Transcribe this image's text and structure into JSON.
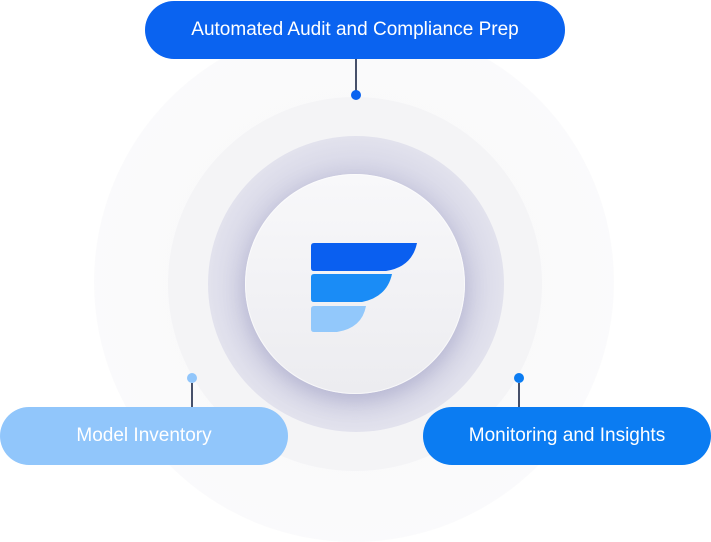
{
  "diagram": {
    "nodes": {
      "top": {
        "label": "Automated Audit and Compliance Prep",
        "color": "#0a63f0"
      },
      "left": {
        "label": "Model Inventory",
        "color": "#91c6fb"
      },
      "right": {
        "label": "Monitoring and Insights",
        "color": "#0b7cf2"
      }
    },
    "center": {
      "logo_icon": "fiddler-logo-icon"
    },
    "connector_color": "#46506a"
  }
}
